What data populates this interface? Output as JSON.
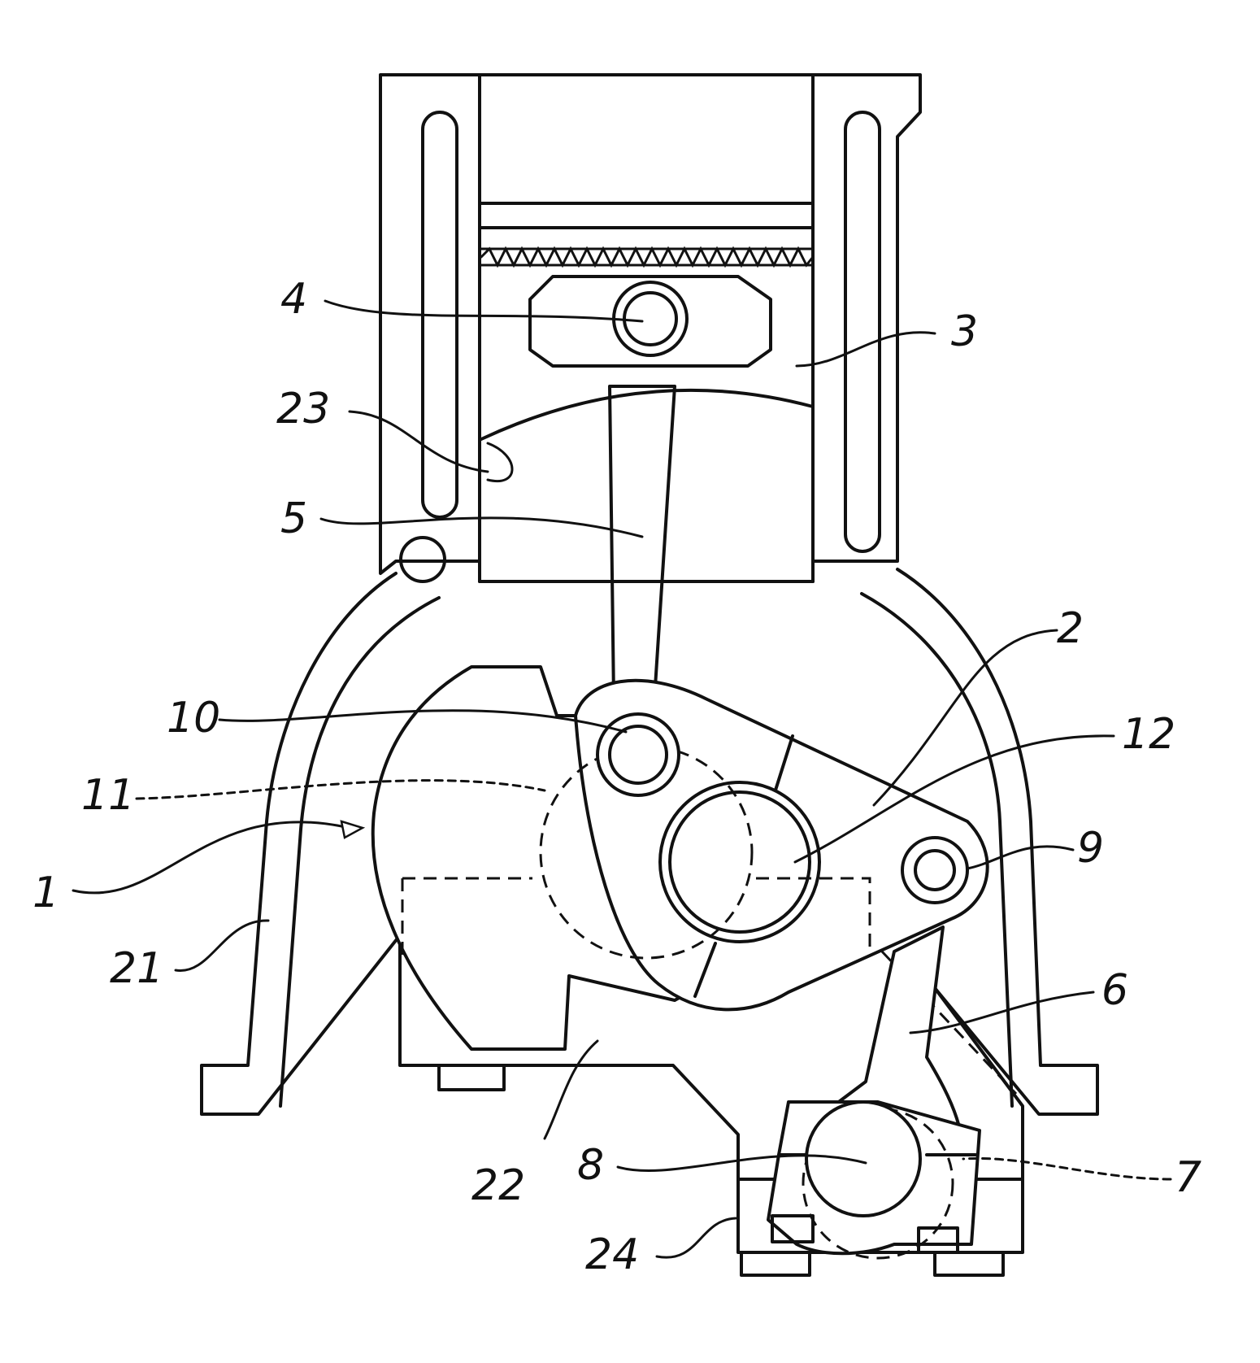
{
  "labels": {
    "l1": "1",
    "l2": "2",
    "l3": "3",
    "l4": "4",
    "l5": "5",
    "l6": "6",
    "l7": "7",
    "l8": "8",
    "l9": "9",
    "l10": "10",
    "l11": "11",
    "l12": "12",
    "l21": "21",
    "l22": "22",
    "l23": "23",
    "l24": "24"
  }
}
